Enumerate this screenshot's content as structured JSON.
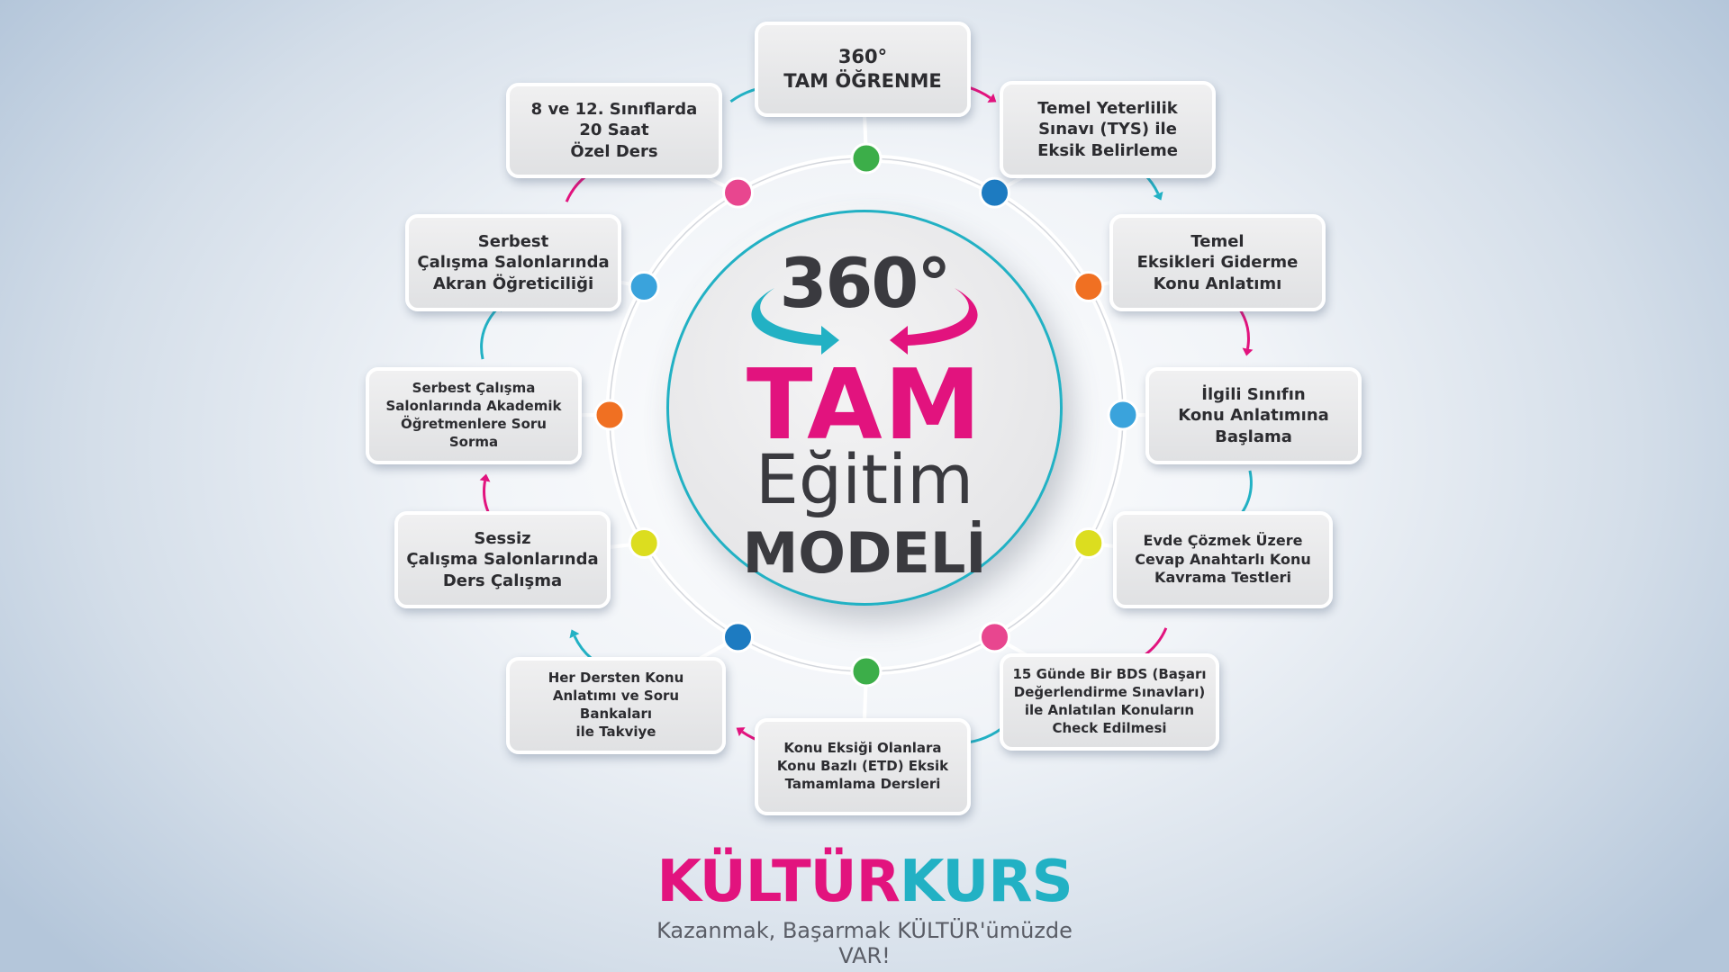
{
  "colors": {
    "pink": "#e2137e",
    "cyan": "#22b1c4",
    "green": "#3cae49",
    "blue": "#1d7bc1",
    "orange": "#f07022",
    "yellow": "#dcdd1f",
    "text_dark": "#2c2c30"
  },
  "center": {
    "degree_label": "360°",
    "line1": "TAM",
    "line2": "Eğitim",
    "line3": "MODELİ",
    "arrow_left_color": "#22b1c4",
    "arrow_right_color": "#e2137e"
  },
  "steps": [
    {
      "lines": [
        "360°",
        "TAM ÖĞRENME"
      ],
      "dot_color": "#3cae49",
      "arrow_color": "#e2137e"
    },
    {
      "lines": [
        "Temel Yeterlilik",
        "Sınavı (TYS) ile",
        "Eksik Belirleme"
      ],
      "dot_color": "#1d7bc1",
      "arrow_color": "#22b1c4"
    },
    {
      "lines": [
        "Temel",
        "Eksikleri Giderme",
        "Konu Anlatımı"
      ],
      "dot_color": "#f07022",
      "arrow_color": "#e2137e"
    },
    {
      "lines": [
        "İlgili Sınıfın",
        "Konu Anlatımına",
        "Başlama"
      ],
      "dot_color": "#3aa3dc",
      "arrow_color": "#22b1c4"
    },
    {
      "lines": [
        "Evde Çözmek Üzere",
        "Cevap Anahtarlı Konu",
        "Kavrama Testleri"
      ],
      "dot_color": "#dcdd1f",
      "arrow_color": "#e2137e"
    },
    {
      "lines": [
        "15 Günde Bir BDS (Başarı",
        "Değerlendirme Sınavları)",
        "ile Anlatılan Konuların",
        "Check Edilmesi"
      ],
      "dot_color": "#e8468f",
      "arrow_color": "#22b1c4"
    },
    {
      "lines": [
        "Konu Eksiği Olanlara",
        "Konu Bazlı (ETD) Eksik",
        "Tamamlama Dersleri"
      ],
      "dot_color": "#3cae49",
      "arrow_color": "#e2137e"
    },
    {
      "lines": [
        "Her Dersten Konu",
        "Anlatımı ve Soru Bankaları",
        "ile Takviye"
      ],
      "dot_color": "#1d7bc1",
      "arrow_color": "#22b1c4"
    },
    {
      "lines": [
        "Sessiz",
        "Çalışma Salonlarında",
        "Ders Çalışma"
      ],
      "dot_color": "#dcdd1f",
      "arrow_color": "#e2137e"
    },
    {
      "lines": [
        "Serbest Çalışma",
        "Salonlarında Akademik",
        "Öğretmenlere Soru Sorma"
      ],
      "dot_color": "#f07022",
      "arrow_color": "#22b1c4"
    },
    {
      "lines": [
        "Serbest",
        "Çalışma Salonlarında",
        "Akran Öğreticiliği"
      ],
      "dot_color": "#3aa3dc",
      "arrow_color": "#e2137e"
    },
    {
      "lines": [
        "8 ve 12. Sınıflarda",
        "20 Saat",
        "Özel Ders"
      ],
      "dot_color": "#e8468f",
      "arrow_color": "#22b1c4"
    }
  ],
  "logo": {
    "word1": "KÜLTÜR",
    "word2": "KURS",
    "tagline": "Kazanmak, Başarmak  KÜLTÜR'ümüzde VAR!"
  }
}
